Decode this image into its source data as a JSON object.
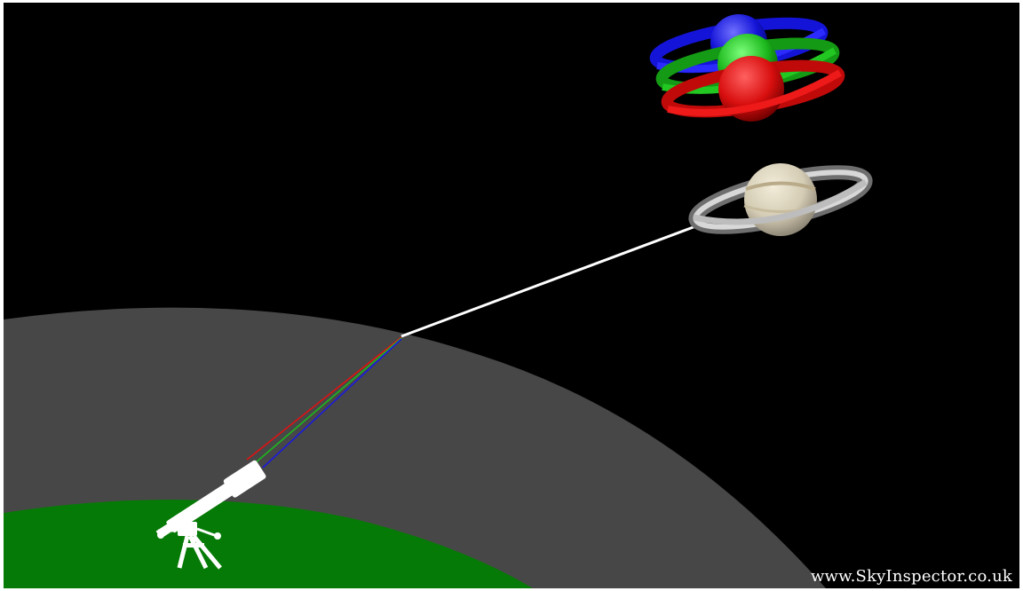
{
  "watermark": "www.SkyInspector.co.uk",
  "colors": {
    "space": "#000000",
    "atmosphere": "#474747",
    "ground": "#067a06",
    "light_path": "#ffffff",
    "red_channel": "#e01212",
    "green_channel": "#1db81d",
    "blue_channel": "#1a1ae0",
    "saturn_body": "#d9d2bd",
    "telescope": "#ffffff"
  },
  "icons": [
    "saturn-planet",
    "rgb-dispersed-saturn-images",
    "telescope-on-tripod"
  ]
}
